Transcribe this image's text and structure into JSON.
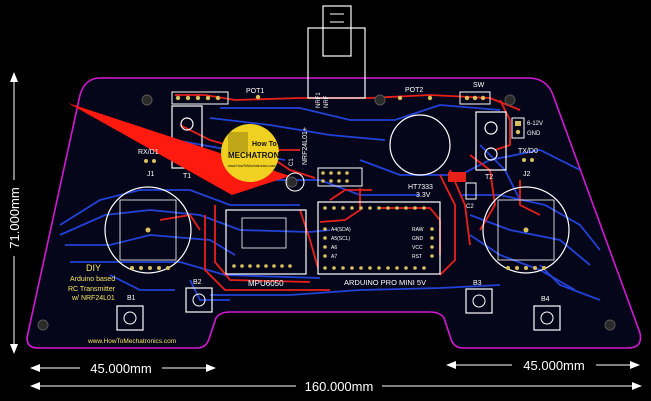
{
  "dimensions": {
    "height": "71.000mm",
    "left_width": "45.000mm",
    "total_width": "160.000mm",
    "right_width": "45.000mm"
  },
  "silkscreen": {
    "pot1": "POT1",
    "pot2": "POT2",
    "sw": "SW",
    "rx": "RX/D1",
    "tx": "TX/D0",
    "t1": "T1",
    "t2": "T2",
    "j1": "J1",
    "j2": "J2",
    "c1": "C1",
    "c2": "C2",
    "nrf1": "NRF1",
    "nrf": "NRF",
    "nrf_module": "NRF24L01+",
    "ht7333": "HT7333",
    "v33": "3.3V",
    "power_in": "6-12V",
    "gnd": "GND",
    "mpu": "MPU6050",
    "arduino": "ARDUINO PRO MINI 5V",
    "b1": "B1",
    "b2": "B2",
    "b3": "B3",
    "b4": "B4",
    "pin_a4": "A4(SDA)",
    "pin_a5": "A5(SCL)",
    "pin_a6": "A6",
    "pin_a7": "A7",
    "pin_raw": "RAW",
    "pin_gnd": "GND",
    "pin_vcc": "VCC",
    "pin_rst": "RST",
    "diy": "DIY",
    "desc1": "Arduino based",
    "desc2": "RC Transmitter",
    "desc3": "w/ NRF24L01",
    "website": "www.HowToMechatronics.com"
  },
  "logo": {
    "line1": "How To",
    "line2": "MECHATRONICS",
    "tagline": "www.HowToMechatronics.com"
  },
  "colors": {
    "background": "#000000",
    "outline": "#d21ad2",
    "top_copper": "#e8201a",
    "bottom_copper": "#2342d8",
    "silkscreen": "#ffffff",
    "logo_yellow": "#f0d020",
    "board_fill": "#06061a"
  }
}
